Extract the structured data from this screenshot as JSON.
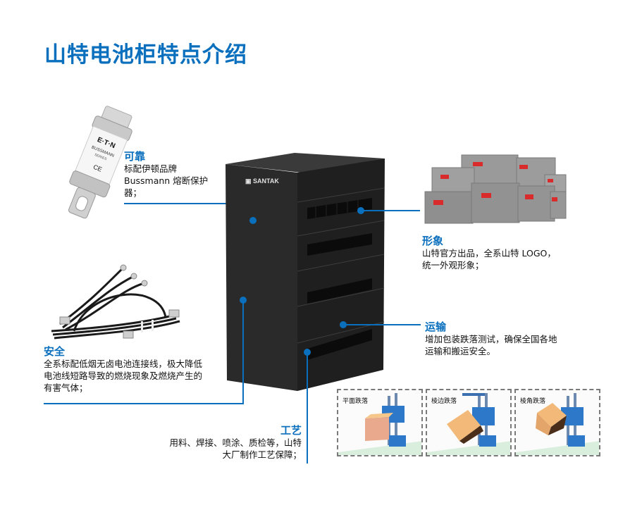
{
  "page": {
    "title": "山特电池柜特点介绍"
  },
  "cabinet": {
    "brand": "SANTAK",
    "brand_mark": "S"
  },
  "features": {
    "reliable": {
      "heading": "可靠",
      "lines": [
        "标配伊顿品牌",
        "Bussmann 熔断保护",
        "器；"
      ],
      "product": "fuse",
      "product_texts": [
        "E·T·N",
        "BUSSMANN",
        "SERIES",
        "CE"
      ]
    },
    "image": {
      "heading": "形象",
      "lines": [
        "山特官方出品，全系山特 LOGO，",
        "统一外观形象；"
      ],
      "product": "batteries"
    },
    "transport": {
      "heading": "运输",
      "lines": [
        "增加包装跌落测试，确保全国各地",
        "运输和搬运安全。"
      ]
    },
    "safety": {
      "heading": "安全",
      "lines": [
        "全系标配低烟无卤电池连接线，极大降低",
        "电池线短路导致的燃烧现象及燃烧产生的",
        "有害气体；"
      ],
      "product": "cables"
    },
    "craft": {
      "heading": "工艺",
      "lines": [
        "用料、焊接、喷涂、质检等，山特",
        "大厂制作工艺保障；"
      ]
    }
  },
  "drop_tests": [
    {
      "label": "平面跌落"
    },
    {
      "label": "棱边跌落"
    },
    {
      "label": "棱角跌落"
    }
  ],
  "colors": {
    "accent": "#0a6fbd",
    "cabinet": "#262626",
    "battery_label": "#d92b2b",
    "box": "#f2b978",
    "machine": "#2d78c8"
  }
}
